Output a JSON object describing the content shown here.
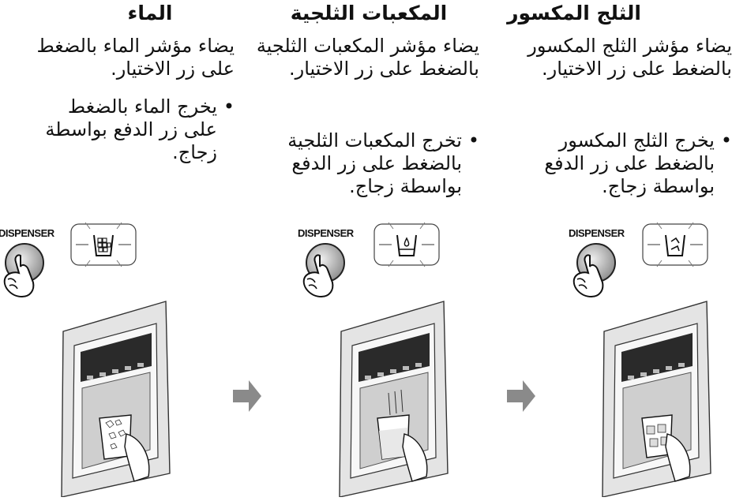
{
  "columns": [
    {
      "title": "الثلج المكسور",
      "description": "يضاء مؤشر الثلج المكسور بالضغط على زر الاختيار.",
      "bullet": "يخرج الثلج المكسور بالضغط على زر الدفع بواسطة زجاج.",
      "dispenser_label": "DISPENSER",
      "indicator_icon": "crushed-ice-icon"
    },
    {
      "title": "المكعبات الثلجية",
      "description": "يضاء مؤشر المكعبات الثلجية بالضغط على زر الاختيار.",
      "bullet": "تخرج المكعبات الثلجية بالضغط على زر الدفع بواسطة زجاج.",
      "dispenser_label": "DISPENSER",
      "indicator_icon": "water-drop-icon"
    },
    {
      "title": "الماء",
      "description": "يضاء مؤشر الماء بالضغط على زر الاختيار.",
      "bullet": "يخرج الماء بالضغط على زر الدفع بواسطة زجاج.",
      "dispenser_label": "DISPENSER",
      "indicator_icon": "ice-cubes-icon"
    }
  ],
  "bullet_symbol": "•",
  "colors": {
    "arrow": "#8a8a8a",
    "panel": "#2a2a2a",
    "frame": "#d9d9d9"
  }
}
